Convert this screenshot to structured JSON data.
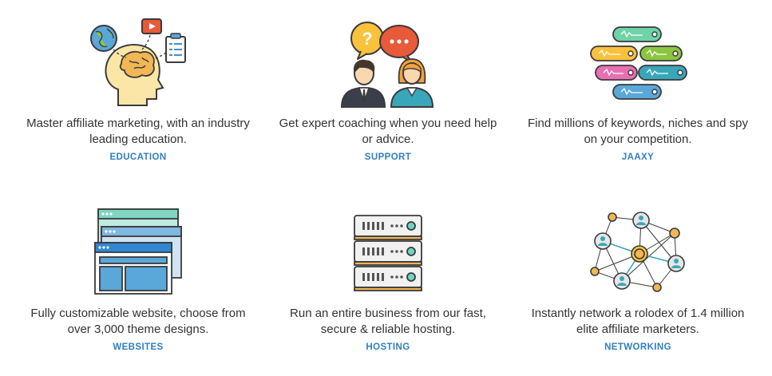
{
  "features": [
    {
      "id": "education",
      "description": "Master affiliate marketing, with an industry leading education.",
      "label": "EDUCATION",
      "icon": "brain-learning-icon"
    },
    {
      "id": "support",
      "description": "Get expert coaching when you need help or advice.",
      "label": "SUPPORT",
      "icon": "coaching-chat-icon"
    },
    {
      "id": "jaaxy",
      "description": "Find millions of keywords, niches and spy on your competition.",
      "label": "JAAXY",
      "icon": "keyword-tags-icon"
    },
    {
      "id": "websites",
      "description": "Fully customizable website, choose from over 3,000 theme designs.",
      "label": "WEBSITES",
      "icon": "website-windows-icon"
    },
    {
      "id": "hosting",
      "description": "Run an entire business from our fast, secure & reliable hosting.",
      "label": "HOSTING",
      "icon": "server-stack-icon"
    },
    {
      "id": "networking",
      "description": "Instantly network a rolodex of 1.4 million elite affiliate marketers.",
      "label": "NETWORKING",
      "icon": "network-graph-icon"
    }
  ],
  "colors": {
    "label": "#2f7fc1",
    "text": "#333333"
  }
}
